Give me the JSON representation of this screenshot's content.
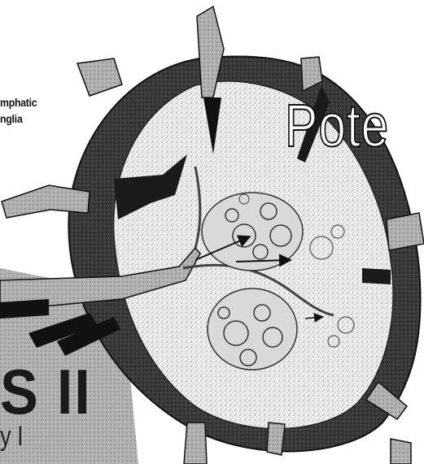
{
  "labels": {
    "line_1": "mphatic",
    "line_2": "nglia"
  },
  "title_fragment": "Pote",
  "big_fragment": "S II",
  "small_fragment": "y I",
  "colors": {
    "ink": "#111111",
    "capsule": "#2e2e2e",
    "tissue": "#ededed",
    "vessel": "#6a6a6a",
    "shade": "#9a9a9a"
  }
}
